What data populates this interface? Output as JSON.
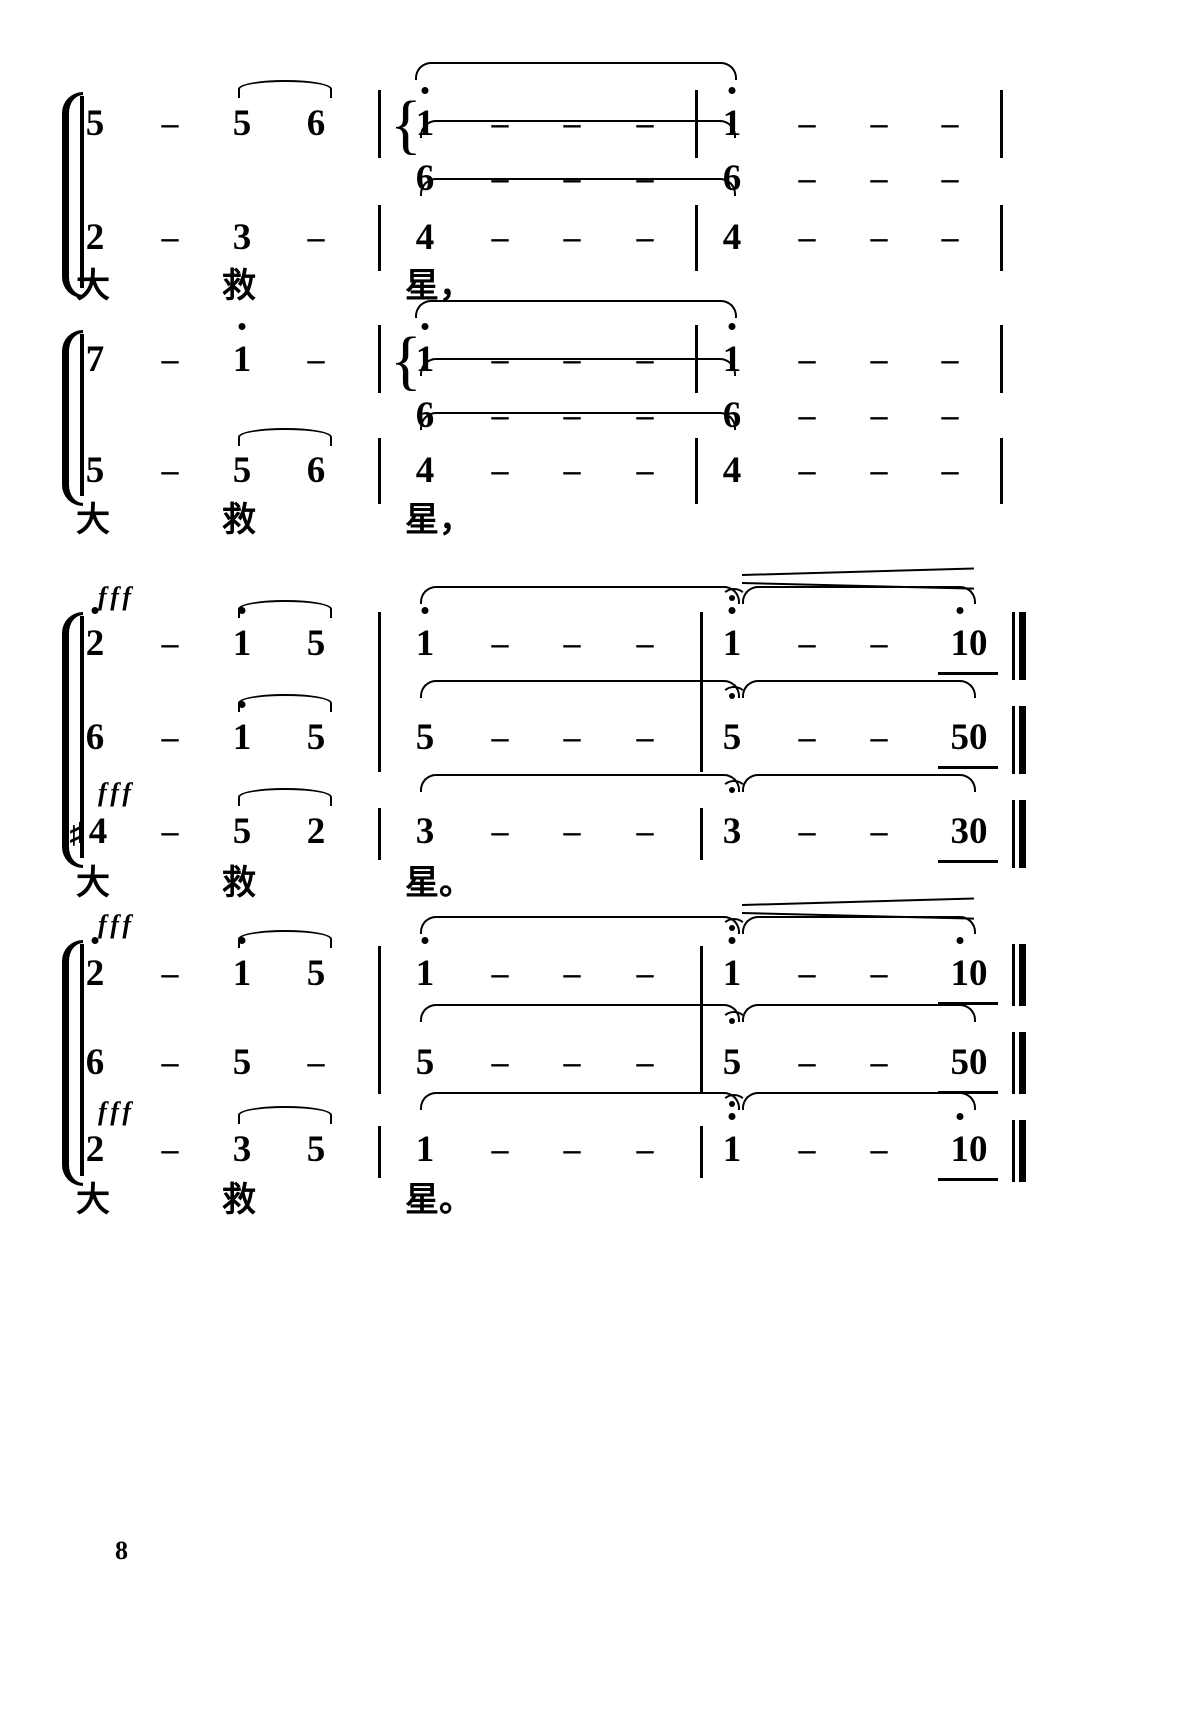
{
  "document": {
    "type": "jianpu-choral-score",
    "page_number": "8",
    "lyric_syllables": [
      "大",
      "救",
      "星"
    ]
  },
  "systems": [
    {
      "id": "system-1",
      "voices": [
        {
          "id": "s1-v1",
          "measures": [
            {
              "notes": [
                "5",
                "–",
                "5",
                "6"
              ]
            },
            {
              "notes": [
                "1",
                "–",
                "–",
                "–"
              ],
              "upper_octave": [
                true,
                false,
                false,
                false
              ]
            },
            {
              "notes": [
                "1",
                "–",
                "–",
                "–"
              ],
              "upper_octave": [
                true,
                false,
                false,
                false
              ]
            }
          ]
        },
        {
          "id": "s1-v2",
          "measures": [
            {
              "notes": [
                "6",
                "–",
                "–",
                "–"
              ]
            },
            {
              "notes": [
                "6",
                "–",
                "–",
                "–"
              ]
            }
          ]
        },
        {
          "id": "s1-v3",
          "measures": [
            {
              "notes": [
                "2",
                "–",
                "3",
                "–"
              ]
            },
            {
              "notes": [
                "4",
                "–",
                "–",
                "–"
              ]
            },
            {
              "notes": [
                "4",
                "–",
                "–",
                "–"
              ]
            }
          ]
        }
      ],
      "lyrics": [
        "大",
        "救",
        "星，"
      ]
    },
    {
      "id": "system-2",
      "voices": [
        {
          "id": "s2-v1",
          "measures": [
            {
              "notes": [
                "7",
                "–",
                "1",
                "–"
              ],
              "upper_octave": [
                false,
                false,
                true,
                false
              ]
            },
            {
              "notes": [
                "1",
                "–",
                "–",
                "–"
              ],
              "upper_octave": [
                true,
                false,
                false,
                false
              ]
            },
            {
              "notes": [
                "1",
                "–",
                "–",
                "–"
              ],
              "upper_octave": [
                true,
                false,
                false,
                false
              ]
            }
          ]
        },
        {
          "id": "s2-v2",
          "measures": [
            {
              "notes": [
                "6",
                "–",
                "–",
                "–"
              ]
            },
            {
              "notes": [
                "6",
                "–",
                "–",
                "–"
              ]
            }
          ]
        },
        {
          "id": "s2-v3",
          "measures": [
            {
              "notes": [
                "5",
                "–",
                "5",
                "6"
              ]
            },
            {
              "notes": [
                "4",
                "–",
                "–",
                "–"
              ]
            },
            {
              "notes": [
                "4",
                "–",
                "–",
                "–"
              ]
            }
          ]
        }
      ],
      "lyrics": [
        "大",
        "救",
        "星，"
      ]
    },
    {
      "id": "system-3",
      "dynamics": "fff",
      "voices": [
        {
          "id": "s3-v1",
          "dynamic": "fff",
          "measures": [
            {
              "notes": [
                "2",
                "–",
                "1",
                "5"
              ],
              "upper_octave": [
                true,
                false,
                true,
                false
              ]
            },
            {
              "notes": [
                "1",
                "–",
                "–",
                "–"
              ],
              "upper_octave": [
                true,
                false,
                false,
                false
              ]
            },
            {
              "notes": [
                "1",
                "–",
                "–",
                "10"
              ],
              "upper_octave": [
                true,
                false,
                false,
                true
              ],
              "fermata_first": true
            }
          ]
        },
        {
          "id": "s3-v2",
          "measures": [
            {
              "notes": [
                "6",
                "–",
                "1",
                "5"
              ],
              "upper_octave": [
                false,
                false,
                true,
                false
              ]
            },
            {
              "notes": [
                "5",
                "–",
                "–",
                "–"
              ]
            },
            {
              "notes": [
                "5",
                "–",
                "–",
                "50"
              ],
              "fermata_first": true
            }
          ]
        },
        {
          "id": "s3-v3",
          "dynamic": "fff",
          "measures": [
            {
              "notes": [
                "4",
                "–",
                "5",
                "2"
              ],
              "accidental_first": "♯"
            },
            {
              "notes": [
                "3",
                "–",
                "–",
                "–"
              ]
            },
            {
              "notes": [
                "3",
                "–",
                "–",
                "30"
              ],
              "fermata_first": true
            }
          ]
        }
      ],
      "lyrics": [
        "大",
        "救",
        "星。"
      ]
    },
    {
      "id": "system-4",
      "voices": [
        {
          "id": "s4-v1",
          "dynamic": "fff",
          "measures": [
            {
              "notes": [
                "2",
                "–",
                "1",
                "5"
              ],
              "upper_octave": [
                true,
                false,
                true,
                false
              ]
            },
            {
              "notes": [
                "1",
                "–",
                "–",
                "–"
              ],
              "upper_octave": [
                true,
                false,
                false,
                false
              ]
            },
            {
              "notes": [
                "1",
                "–",
                "–",
                "10"
              ],
              "upper_octave": [
                true,
                false,
                false,
                true
              ],
              "fermata_first": true
            }
          ]
        },
        {
          "id": "s4-v2",
          "measures": [
            {
              "notes": [
                "6",
                "–",
                "5",
                "–"
              ]
            },
            {
              "notes": [
                "5",
                "–",
                "–",
                "–"
              ]
            },
            {
              "notes": [
                "5",
                "–",
                "–",
                "50"
              ],
              "fermata_first": true
            }
          ]
        },
        {
          "id": "s4-v3",
          "dynamic": "fff",
          "measures": [
            {
              "notes": [
                "2",
                "–",
                "3",
                "5"
              ]
            },
            {
              "notes": [
                "1",
                "–",
                "–",
                "–"
              ]
            },
            {
              "notes": [
                "1",
                "–",
                "–",
                "10"
              ],
              "upper_octave": [
                true,
                false,
                false,
                true
              ],
              "fermata_first": true
            }
          ]
        }
      ],
      "lyrics": [
        "大",
        "救",
        "星。"
      ]
    }
  ],
  "glyphs": {
    "dash": "–",
    "sharp": "♯",
    "fff": "fff",
    "comma": "，",
    "period": "。"
  }
}
